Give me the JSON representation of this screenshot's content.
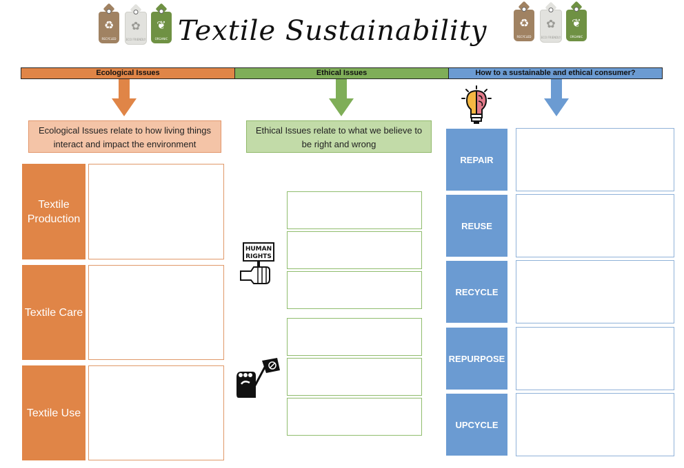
{
  "title": "Textile Sustainability",
  "tags_left": [
    {
      "icon": "recycle-icon",
      "caption": "RECYCLED",
      "color": "#a08262"
    },
    {
      "icon": "flower-icon",
      "caption": "ECO FRIENDLY",
      "color": "#e2e2de"
    },
    {
      "icon": "leaf-icon",
      "caption": "ORGANIC",
      "color": "#6f9143"
    }
  ],
  "tags_right": [
    {
      "icon": "recycle-icon",
      "caption": "RECYCLED",
      "color": "#a08262"
    },
    {
      "icon": "flower-icon",
      "caption": "ECO FRIENDLY",
      "color": "#e2e2de"
    },
    {
      "icon": "leaf-icon",
      "caption": "ORGANIC",
      "color": "#6f9143"
    }
  ],
  "headers": {
    "ecological": "Ecological Issues",
    "ethical": "Ethical Issues",
    "consumer": "How to a sustainable and ethical consumer?"
  },
  "colors": {
    "ecological": "#e08547",
    "ethical": "#7fae58",
    "consumer": "#6b9bd2"
  },
  "info": {
    "ecological": "Ecological Issues relate to how living things interact and impact the environment",
    "ethical": "Ethical Issues relate to what we believe to be right and wrong"
  },
  "ecological_rows": [
    "Textile Production",
    "Textile Care",
    "Textile Use"
  ],
  "consumer_rows": [
    "REPAIR",
    "REUSE",
    "RECYCLE",
    "REPURPOSE",
    "UPCYCLE"
  ],
  "human_rights_sign": [
    "HUMAN",
    "RIGHTS"
  ]
}
